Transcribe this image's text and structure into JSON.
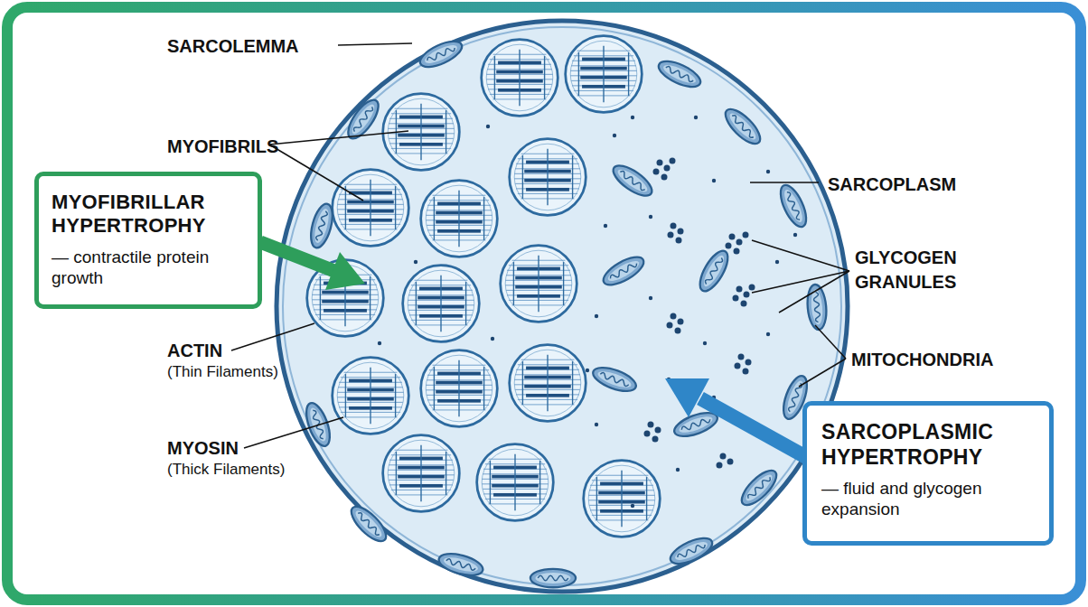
{
  "diagram": {
    "nodes": [
      {
        "text": [
          "MYOFIBRILLAR HYPERTROPHY",
          "— contractile protein growth"
        ]
      },
      {
        "text": [
          "SARCOPLASMIC HYPERTROPHY",
          "— fluid and glycogen expansion"
        ]
      }
    ],
    "labels": [
      "SARCOLEMMA",
      "MYOFIBRILS",
      "ACTIN",
      "(Thin Filaments)",
      "MYOSIN",
      "(Thick Filaments)",
      "SARCOPLASM",
      "GLYCOGEN GRANULES",
      "MITOCHONDRIA"
    ]
  }
}
